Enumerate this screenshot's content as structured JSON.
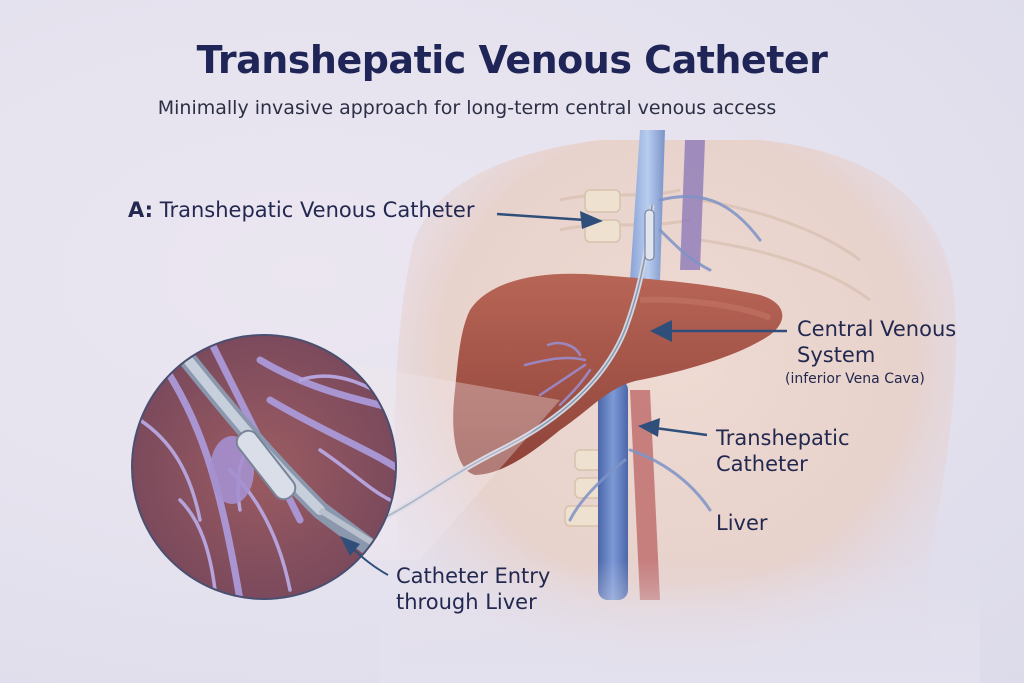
{
  "title": "Transhepatic Venous Catheter",
  "subtitle": "Minimally invasive approach for long-term central venous access",
  "labels": {
    "a_prefix": "A:",
    "a_text": "Transhepatic Venous Catheter",
    "central_venous_line1": "Central Venous",
    "central_venous_line2": "System",
    "central_venous_sub": "(inferior Vena Cava)",
    "transhepatic_line1": "Transhepatic",
    "transhepatic_line2": "Catheter",
    "liver": "Liver",
    "entry_line1": "Catheter Entry",
    "entry_line2": "through Liver"
  },
  "colors": {
    "title": "#1f2556",
    "arrow": "#2f4f7a",
    "liver": "#a8544a",
    "vein": "#6f8fc9",
    "skin": "#ead3c8",
    "inset_vessels": "#9c86c4"
  }
}
